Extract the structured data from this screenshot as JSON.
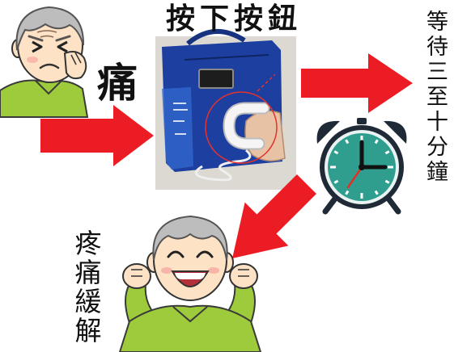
{
  "title": "按下按鈕",
  "pain_label": "痛",
  "wait_text": "等待三至十分鐘",
  "relief_text": "疼痛緩解",
  "colors": {
    "arrow": "#ec1c24",
    "clock_face": "#2f9e8f",
    "clock_body": "#1f2a36",
    "shirt": "#9dcb3c",
    "hair": "#bdbdbd",
    "skin": "#fde2c6",
    "bag": "#1d3f9f",
    "annotation_circle": "#e5322d"
  },
  "icons": {
    "step1": "elderly-man-in-pain",
    "step2": "pain-pump-button-device",
    "step3": "alarm-clock",
    "step4": "happy-elderly-man"
  }
}
